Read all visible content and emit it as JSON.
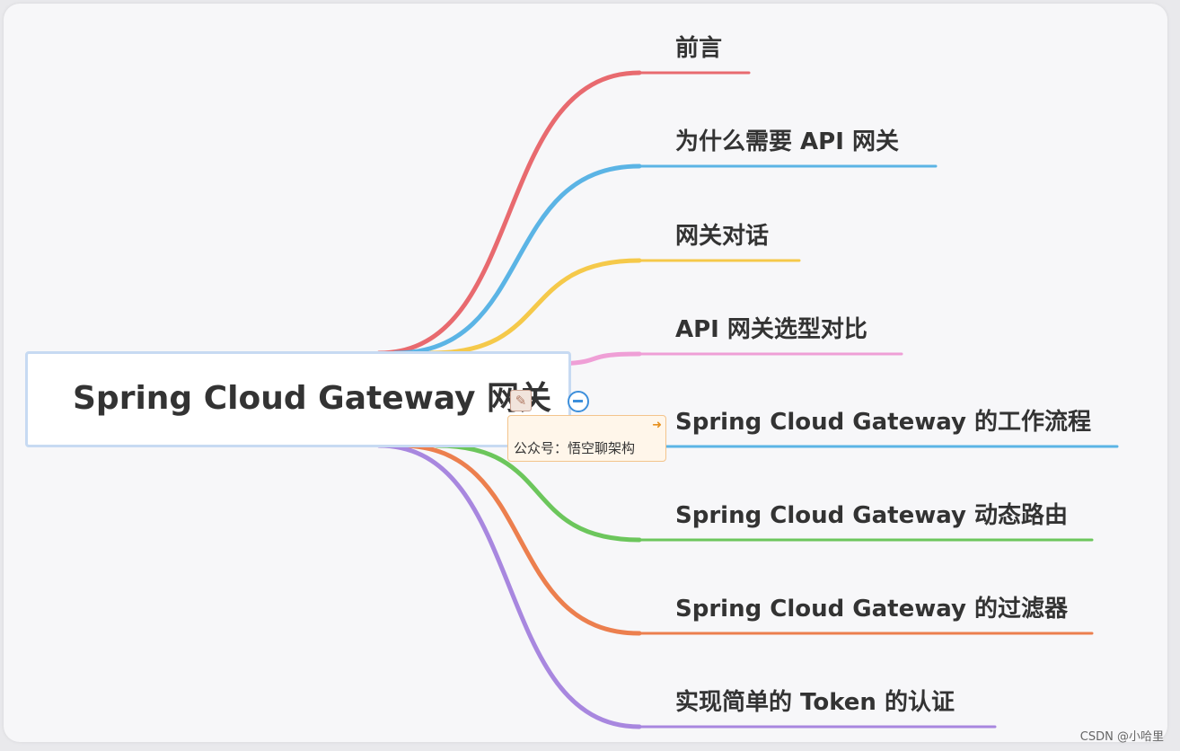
{
  "root": {
    "title": "Spring Cloud Gateway 网关"
  },
  "note": {
    "text": "公众号：悟空聊架构"
  },
  "branches": [
    {
      "label": "前言",
      "color": "#e86a6f"
    },
    {
      "label": "为什么需要 API 网关",
      "color": "#5bb4e5"
    },
    {
      "label": "网关对话",
      "color": "#f5c94a"
    },
    {
      "label": "API 网关选型对比",
      "color": "#ef9fd6"
    },
    {
      "label": "Spring Cloud Gateway 的工作流程",
      "color": "#5bb4e5"
    },
    {
      "label": "Spring Cloud Gateway 动态路由",
      "color": "#6cc65c"
    },
    {
      "label": "Spring Cloud Gateway 的过滤器",
      "color": "#ec7f4e"
    },
    {
      "label": "实现简单的 Token 的认证",
      "color": "#a887df"
    }
  ],
  "watermark": "CSDN @小哈里"
}
